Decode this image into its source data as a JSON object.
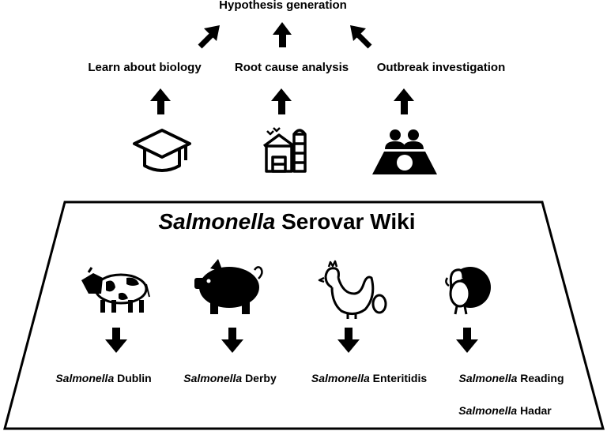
{
  "top": {
    "title": "Hypothesis generation"
  },
  "uses": [
    {
      "label": "Learn about biology"
    },
    {
      "label": "Root cause analysis"
    },
    {
      "label": "Outbreak investigation"
    }
  ],
  "icons": [
    "graduation-cap-icon",
    "farm-icon",
    "meeting-icon",
    "cow-icon",
    "pig-icon",
    "chicken-egg-icon",
    "turkey-icon"
  ],
  "wiki": {
    "title_italic": "Salmonella",
    "title_rest": "Serovar Wiki",
    "serovars": [
      {
        "genus": "Salmonella",
        "name": "Dublin"
      },
      {
        "genus": "Salmonella",
        "name": "Derby"
      },
      {
        "genus": "Salmonella",
        "name": "Enteritidis"
      },
      {
        "genus": "Salmonella",
        "name": "Reading"
      },
      {
        "genus": "Salmonella",
        "name": "Hadar"
      }
    ]
  }
}
